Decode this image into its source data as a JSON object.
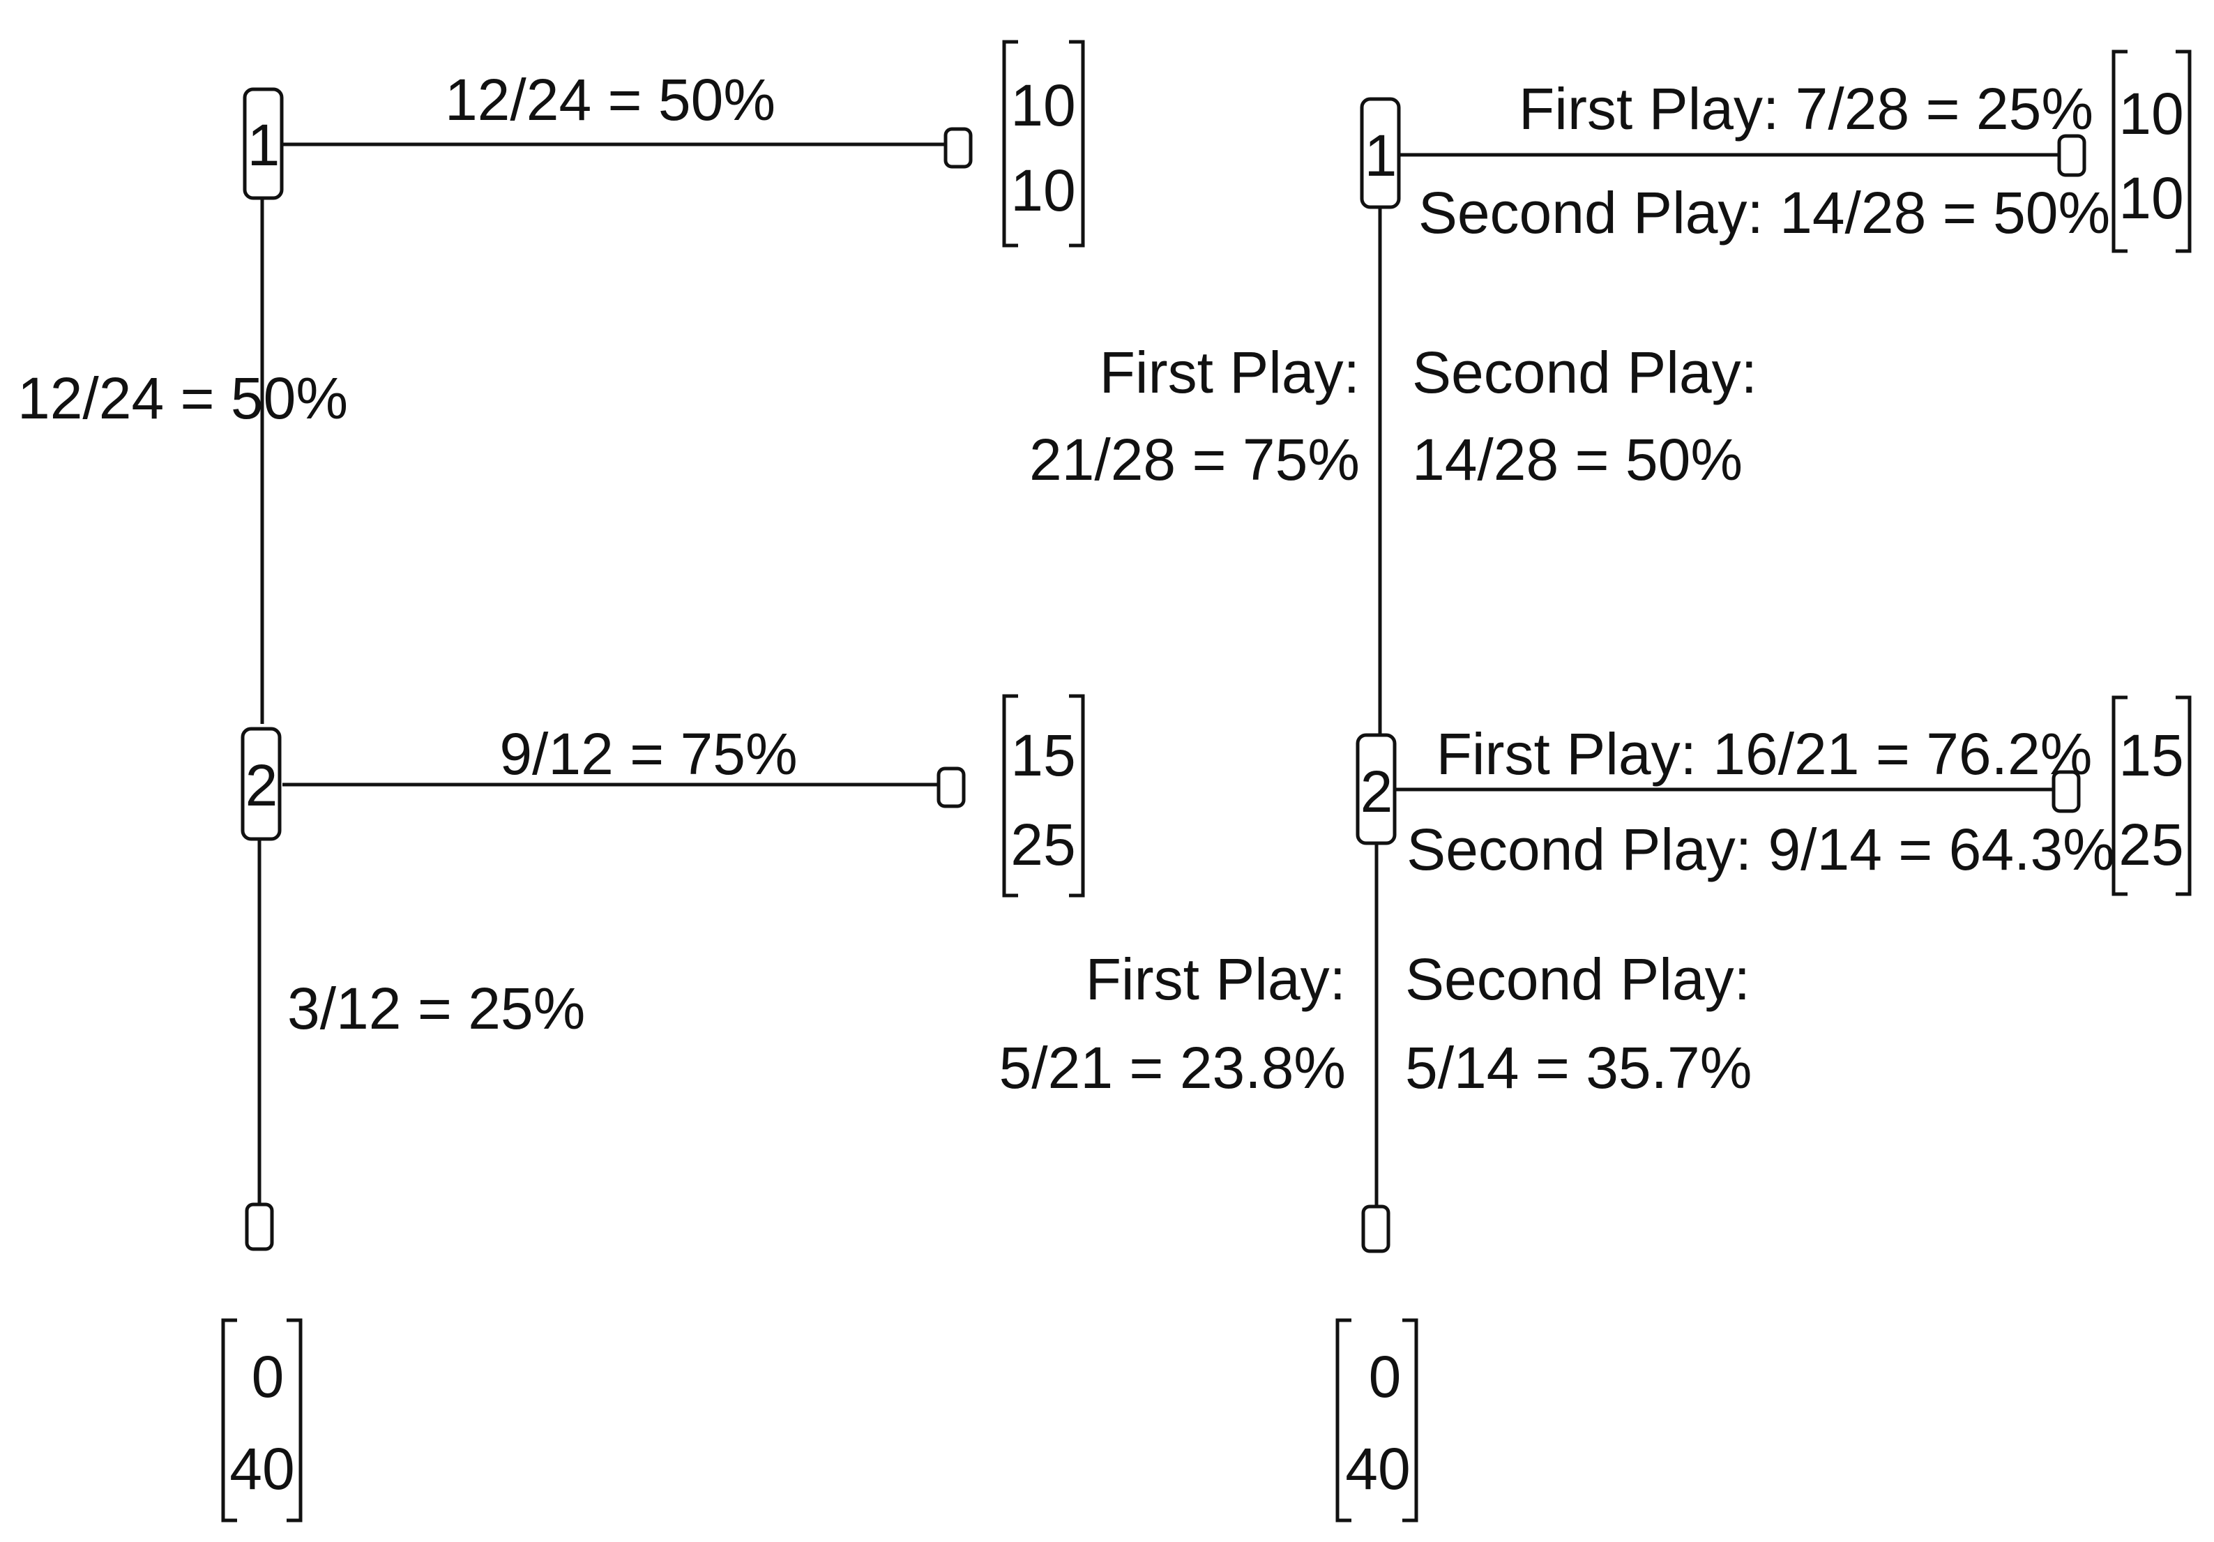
{
  "left_tree": {
    "node1": "1",
    "node2": "2",
    "edge_1_across": "12/24 =  50%",
    "edge_1_down": "12/24 = 50%",
    "edge_2_across": "9/12 = 75%",
    "edge_2_down": "3/12 = 25%",
    "payoff_top": [
      "10",
      "10"
    ],
    "payoff_mid": [
      "15",
      "25"
    ],
    "payoff_bottom": [
      "0",
      "40"
    ]
  },
  "right_tree": {
    "node1": "1",
    "node2": "2",
    "edge_1_across_first": "First Play: 7/28 = 25%",
    "edge_1_across_second": "Second Play: 14/28 = 50%",
    "edge_1_down_first_label": "First Play:",
    "edge_1_down_first_value": "21/28 = 75%",
    "edge_1_down_second_label": "Second Play:",
    "edge_1_down_second_value": "14/28 = 50%",
    "edge_2_across_first": "First Play: 16/21 = 76.2%",
    "edge_2_across_second": "Second Play: 9/14 = 64.3%",
    "edge_2_down_first_label": "First Play:",
    "edge_2_down_first_value": "5/21 = 23.8%",
    "edge_2_down_second_label": "Second Play:",
    "edge_2_down_second_value": "5/14 = 35.7%",
    "payoff_top": [
      "10",
      "10"
    ],
    "payoff_mid": [
      "15",
      "25"
    ],
    "payoff_bottom": [
      "0",
      "40"
    ]
  }
}
